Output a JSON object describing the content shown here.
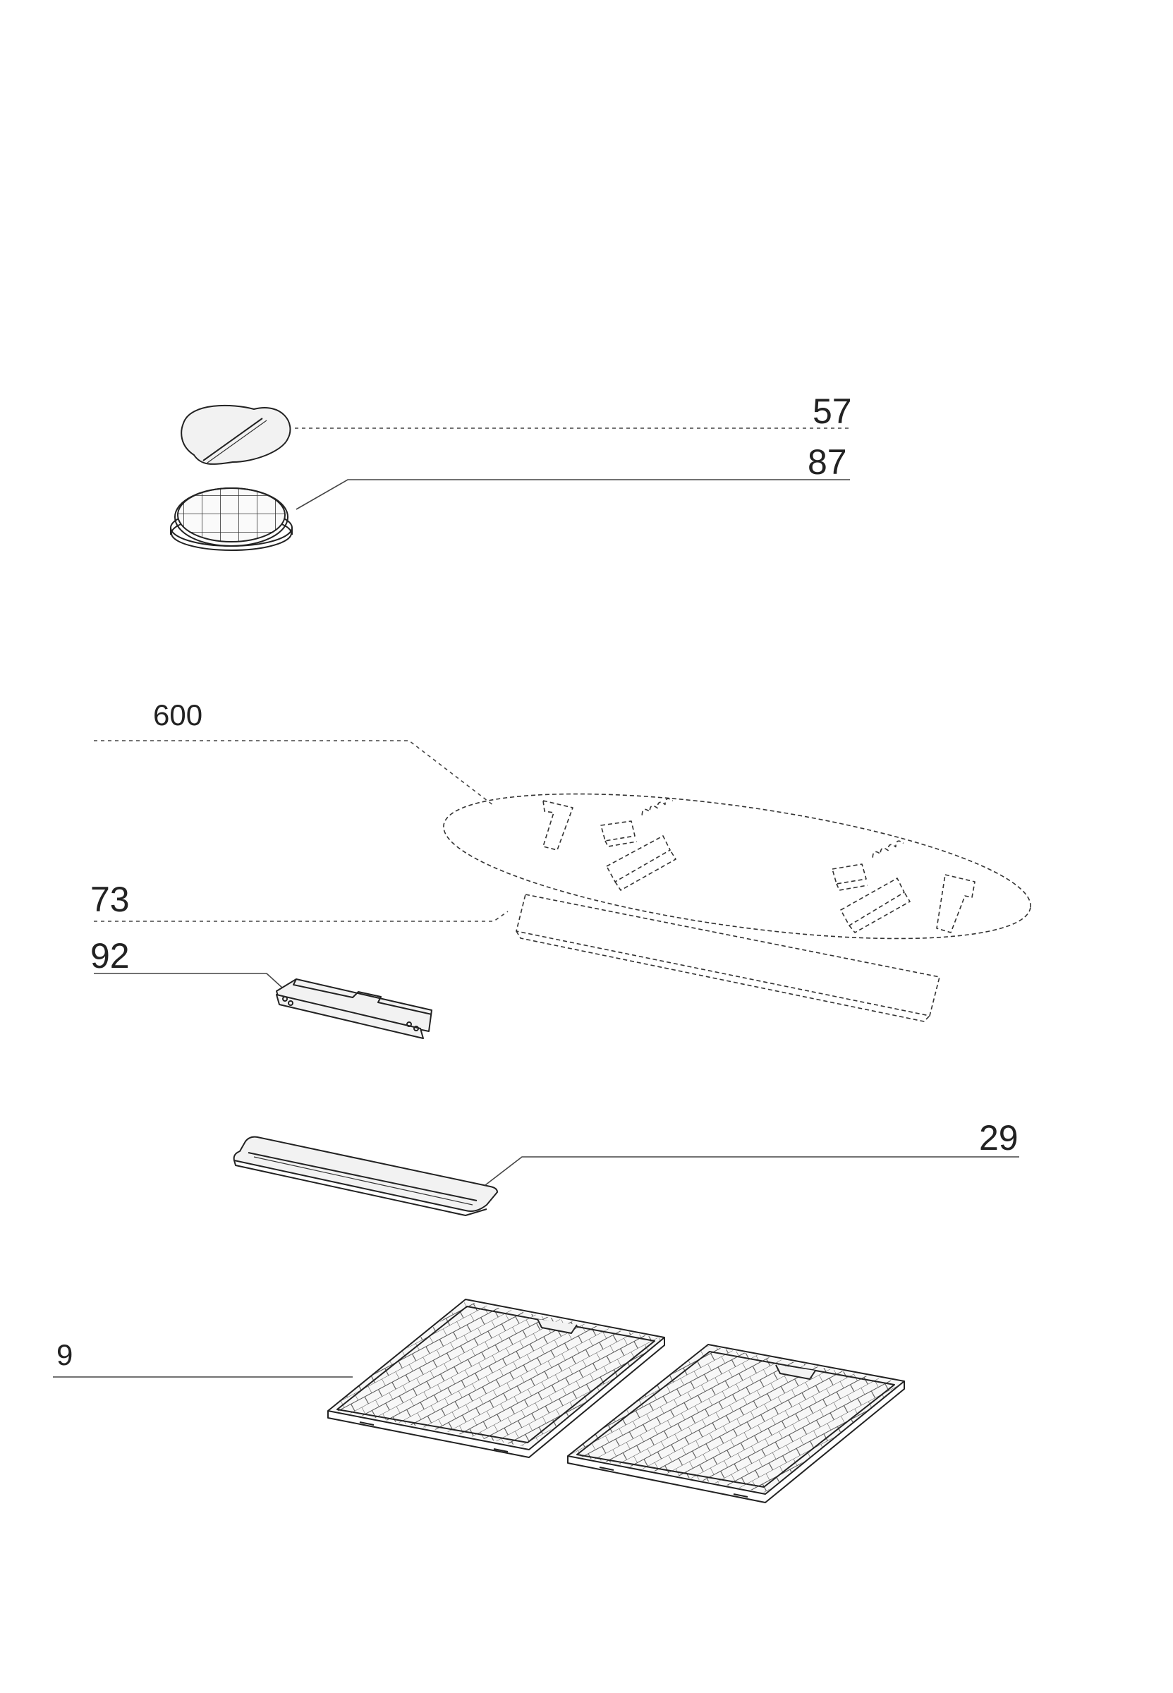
{
  "callouts": {
    "c57": "57",
    "c87": "87",
    "c600": "600",
    "c73": "73",
    "c92": "92",
    "c29": "29",
    "c9": "9"
  },
  "colors": {
    "line": "#222222",
    "background": "#ffffff",
    "panel_fill": "#f2f2f2"
  }
}
